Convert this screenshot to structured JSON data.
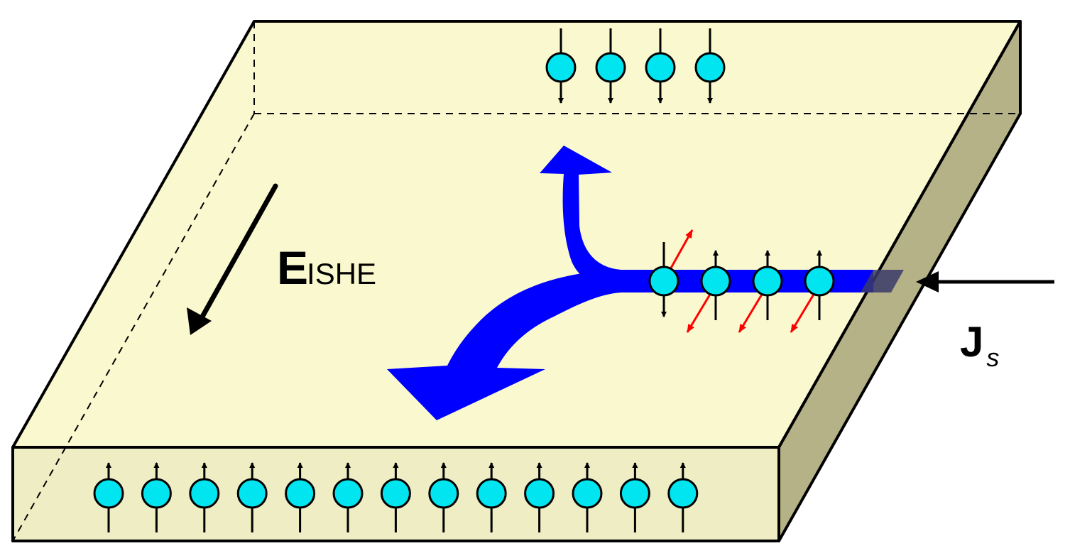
{
  "labels": {
    "field_main": "E",
    "field_sub": "ISHE",
    "current_main": "J",
    "current_sub": "s"
  },
  "colors": {
    "top_face": "#FAF8CE",
    "front_face": "#EEEDC4",
    "side_face": "#B4B286",
    "current_stream": "#0000FF",
    "spin_ball": "#00E5F0",
    "spin_pair_arrow": "#FF0000",
    "outline": "#000000"
  },
  "spins": {
    "top_edge_count": 4,
    "bottom_edge_count": 13,
    "injected_count": 4
  }
}
